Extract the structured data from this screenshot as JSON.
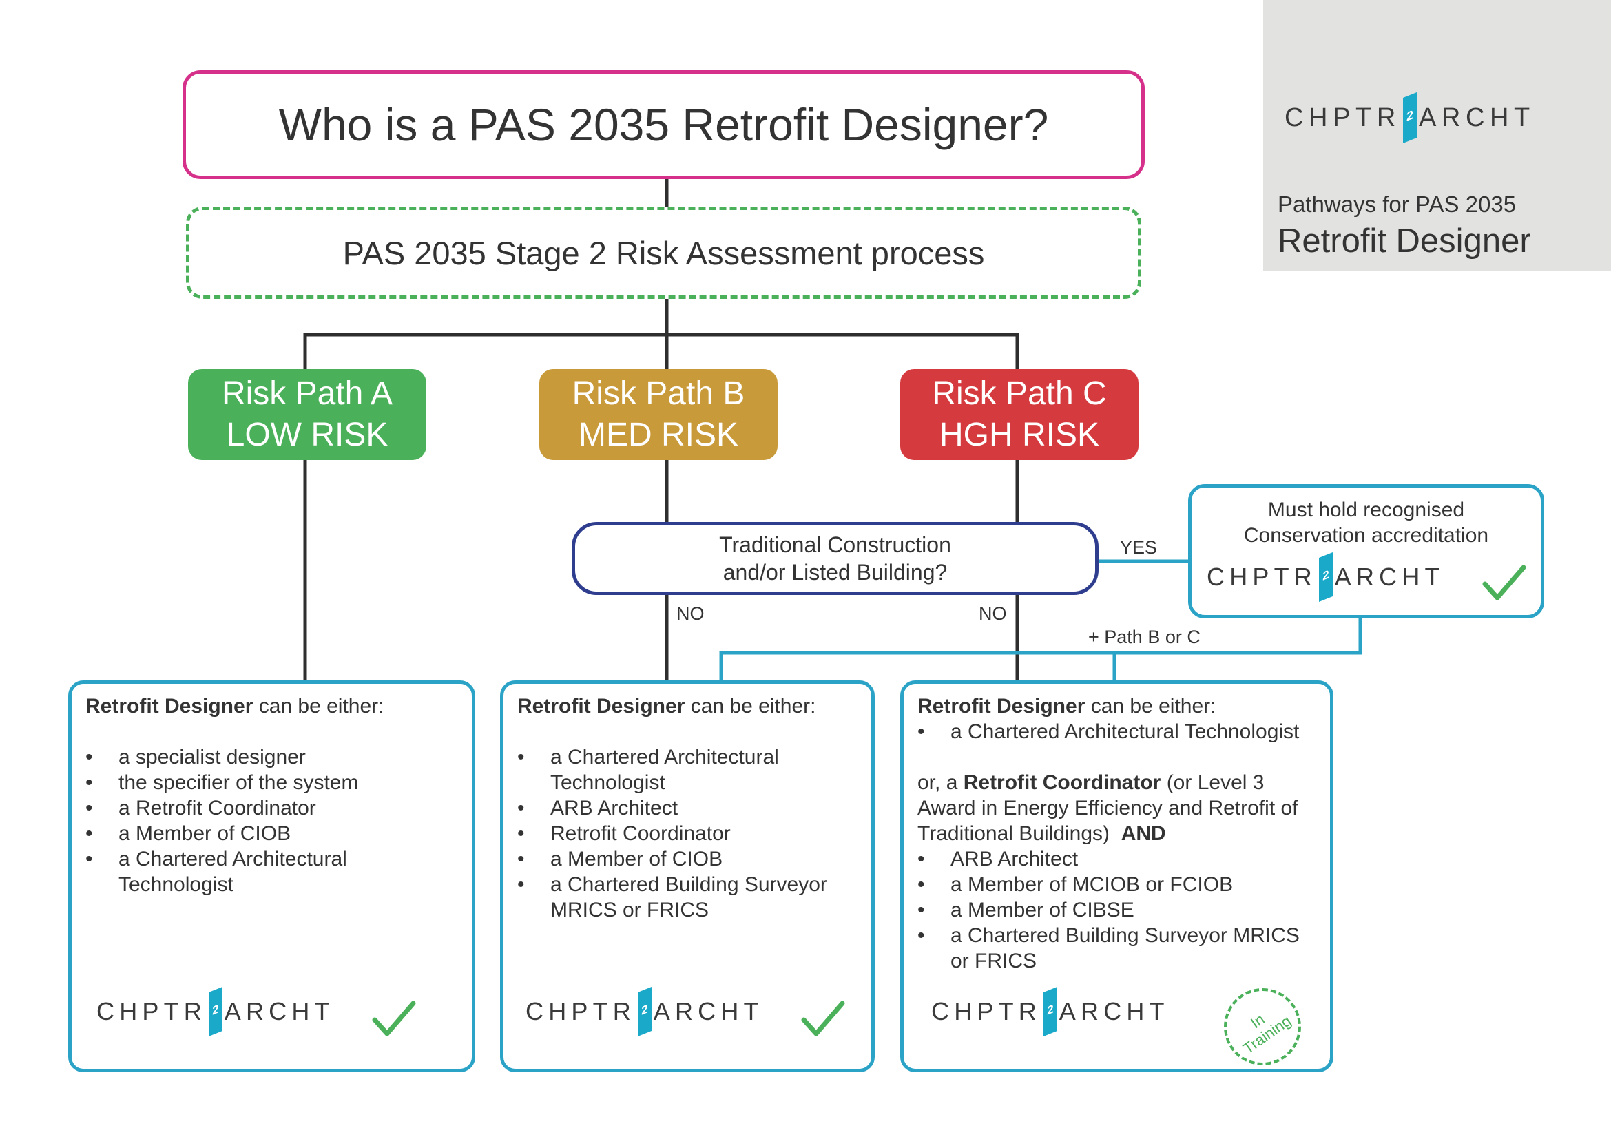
{
  "brand": {
    "logo_left": "CHPTR",
    "logo_num": "2",
    "logo_right": "ARCHT",
    "panel_subtitle": "Pathways for PAS 2035",
    "panel_title": "Retrofit Designer"
  },
  "title": "Who is a PAS 2035 Retrofit Designer?",
  "stage": "PAS 2035 Stage 2 Risk Assessment process",
  "risk_paths": [
    {
      "line1": "Risk Path A",
      "line2": "LOW RISK",
      "color": "#4bb05a"
    },
    {
      "line1": "Risk Path B",
      "line2": "MED RISK",
      "color": "#c99a3a"
    },
    {
      "line1": "Risk Path C",
      "line2": "HGH RISK",
      "color": "#d53a3e"
    }
  ],
  "question": {
    "line1": "Traditional Construction",
    "line2": "and/or Listed Building?"
  },
  "labels": {
    "yes": "YES",
    "no": "NO",
    "path_bc": "+ Path B or C"
  },
  "conservation": {
    "line1": "Must hold recognised",
    "line2": "Conservation accreditation"
  },
  "designer": {
    "lead_bold": "Retrofit Designer",
    "lead_rest": " can be either:",
    "a_items": [
      "a specialist designer",
      "the specifier of the system",
      "a Retrofit Coordinator",
      "a Member of CIOB",
      "a Chartered Architectural Technologist"
    ],
    "b_items": [
      "a Chartered Architectural Technologist",
      "ARB Architect",
      "Retrofit Coordinator",
      "a Member of CIOB",
      "a Chartered Building Surveyor MRICS or FRICS"
    ],
    "c_first": "a Chartered Architectural Technologist",
    "c_or_pre": "or, a ",
    "c_or_bold": "Retrofit Coordinator",
    "c_or_rest": " (or Level 3 Award in Energy Efficiency and Retrofit of Traditional Buildings)",
    "c_and": "AND",
    "c_items": [
      "ARB Architect",
      "a Member of MCIOB or FCIOB",
      "a Member of CIBSE",
      "a Chartered Building Surveyor MRICS or FRICS"
    ]
  },
  "stamp": {
    "line1": "In",
    "line2": "Training"
  },
  "colors": {
    "title_border": "#d6318a",
    "stage_border": "#4bb05a",
    "question_border": "#2e3d8e",
    "box_border": "#2aa3c6",
    "check": "#4bb05a",
    "logo_accent": "#1aa9c9",
    "panel_bg": "#e2e2e0"
  }
}
